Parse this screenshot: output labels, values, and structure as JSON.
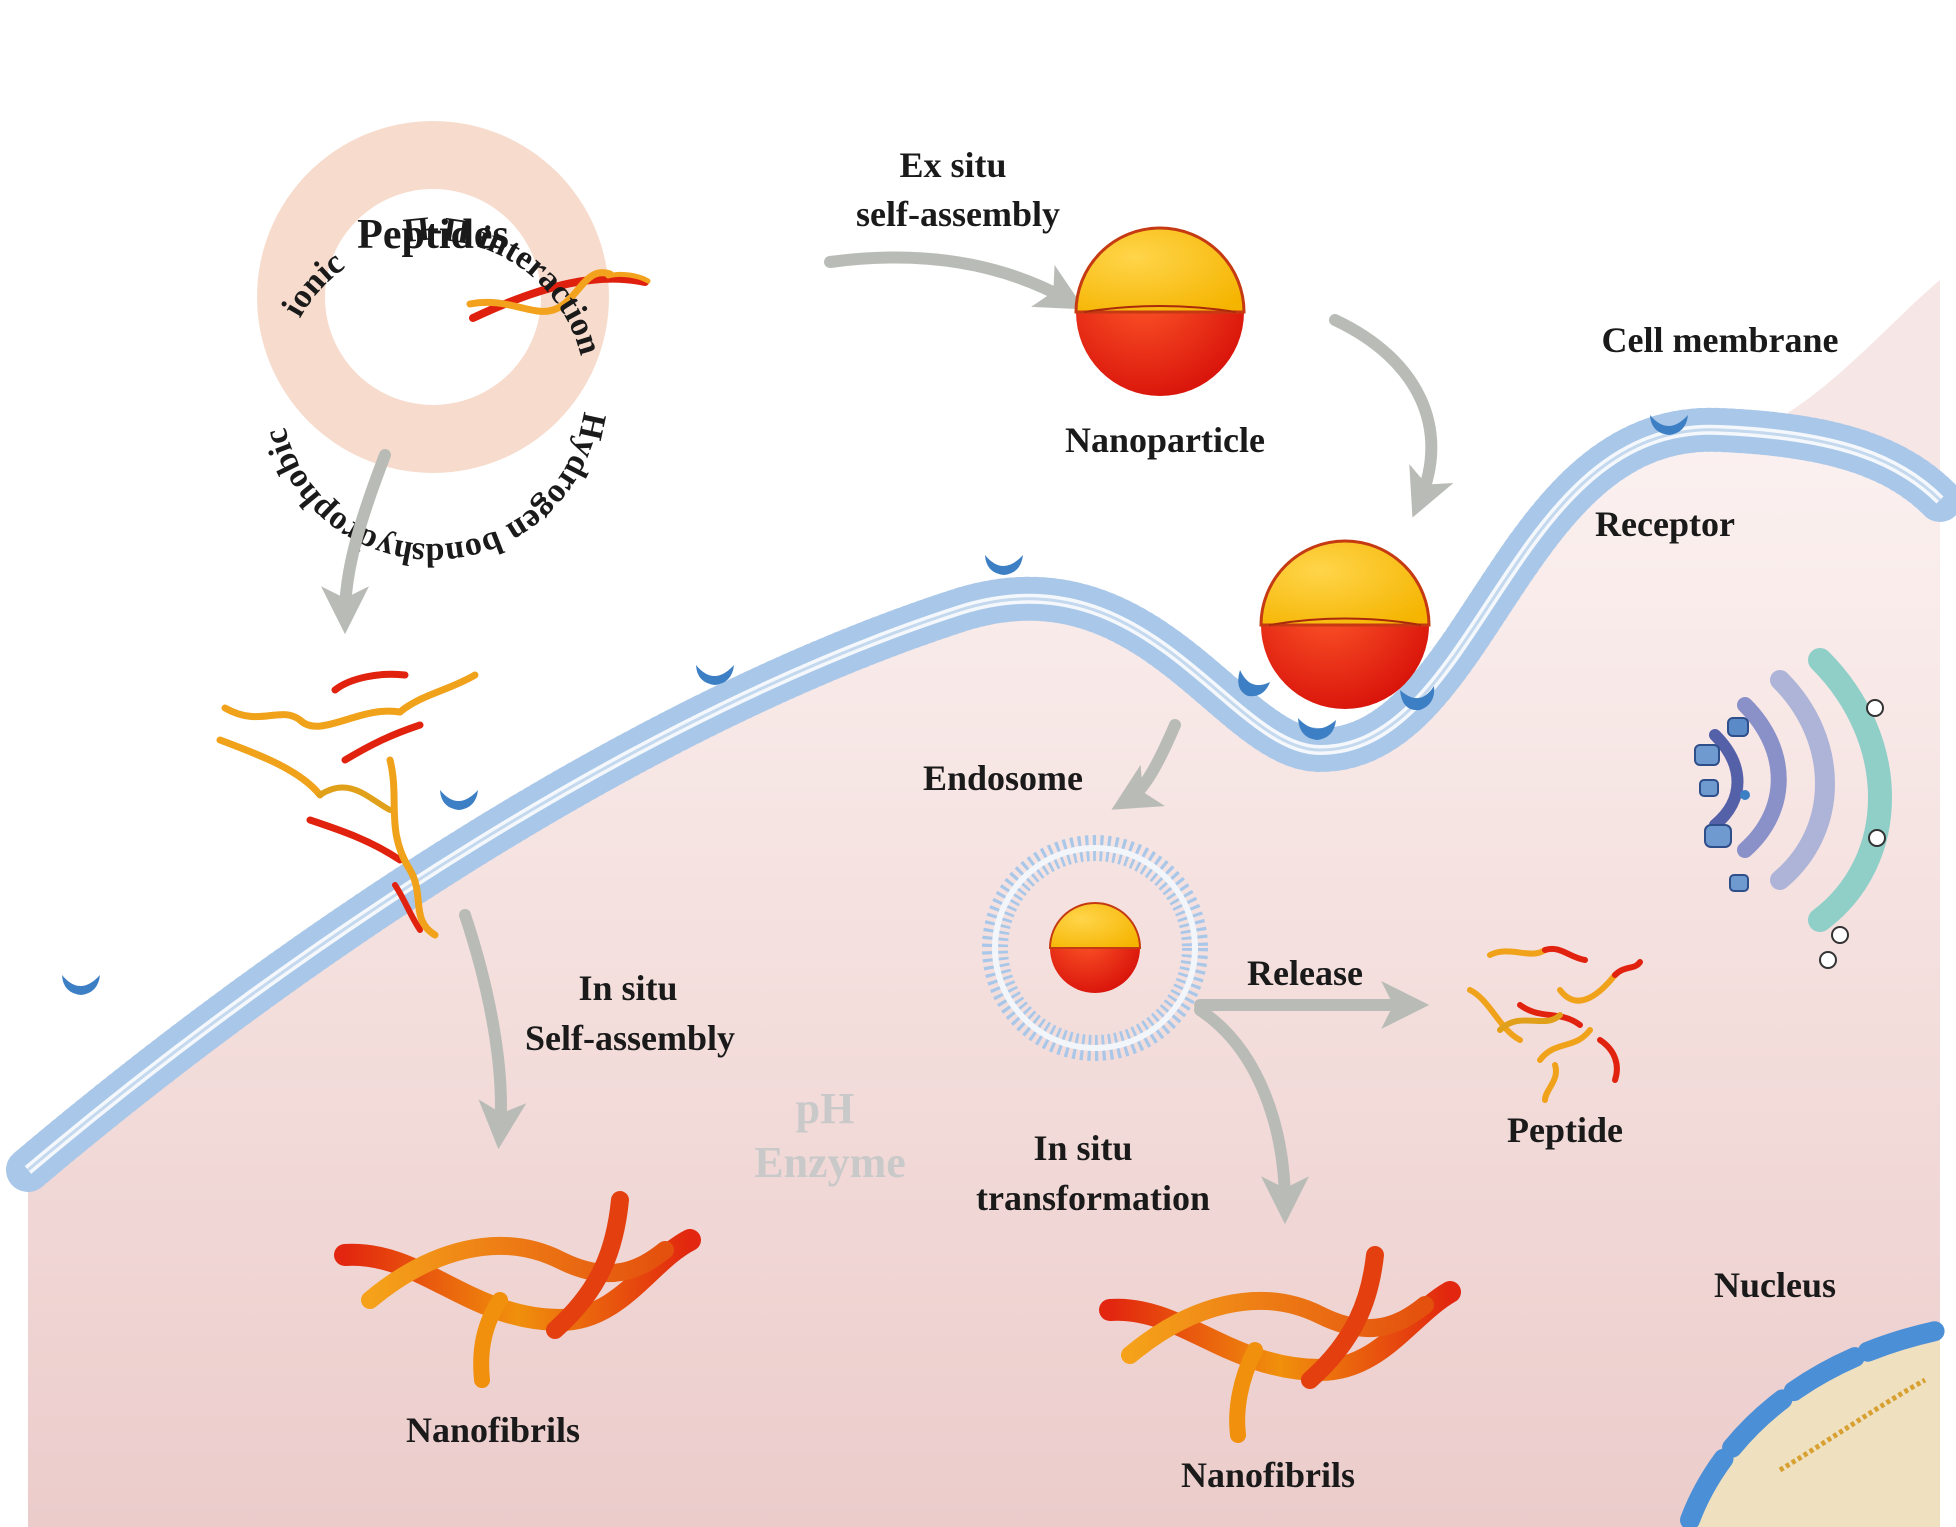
{
  "colors": {
    "cytoplasm_light": "#f6e6e4",
    "cytoplasm_dark": "#e8c4c4",
    "membrane": "#a9c7e8",
    "receptor": "#3d7fc4",
    "ring": "#f7dccd",
    "shell_yellow": "#ffc21a",
    "shell_red": "#ea1a0e",
    "fibril_orange": "#f08a0c",
    "fibril_red": "#e02a10",
    "arrow_gray": "#b9bcb6",
    "faded_text": "#c9c9c9",
    "nucleus_fill": "#efe0c0",
    "nucleus_envelope": "#4b8fd6"
  },
  "ring": {
    "center_label": "Peptides",
    "arc_labels": [
      "Hydrogen bonds",
      "hydrophobic",
      "ionic",
      "Π-Π interaction"
    ]
  },
  "labels": {
    "ex_situ": "Ex situ",
    "ex_situ_2": "self-assembly",
    "nanoparticle": "Nanoparticle",
    "cell_membrane": "Cell membrane",
    "receptor": "Receptor",
    "endosome": "Endosome",
    "in_situ_left": "In situ",
    "in_situ_left_2": "Self-assembly",
    "ph": "pH",
    "enzyme": "Enzyme",
    "in_situ_right": "In situ",
    "in_situ_right_2": "transformation",
    "release": "Release",
    "peptide": "Peptide",
    "nanofibrils_left": "Nanofibrils",
    "nanofibrils_right": "Nanofibrils",
    "nucleus": "Nucleus"
  }
}
